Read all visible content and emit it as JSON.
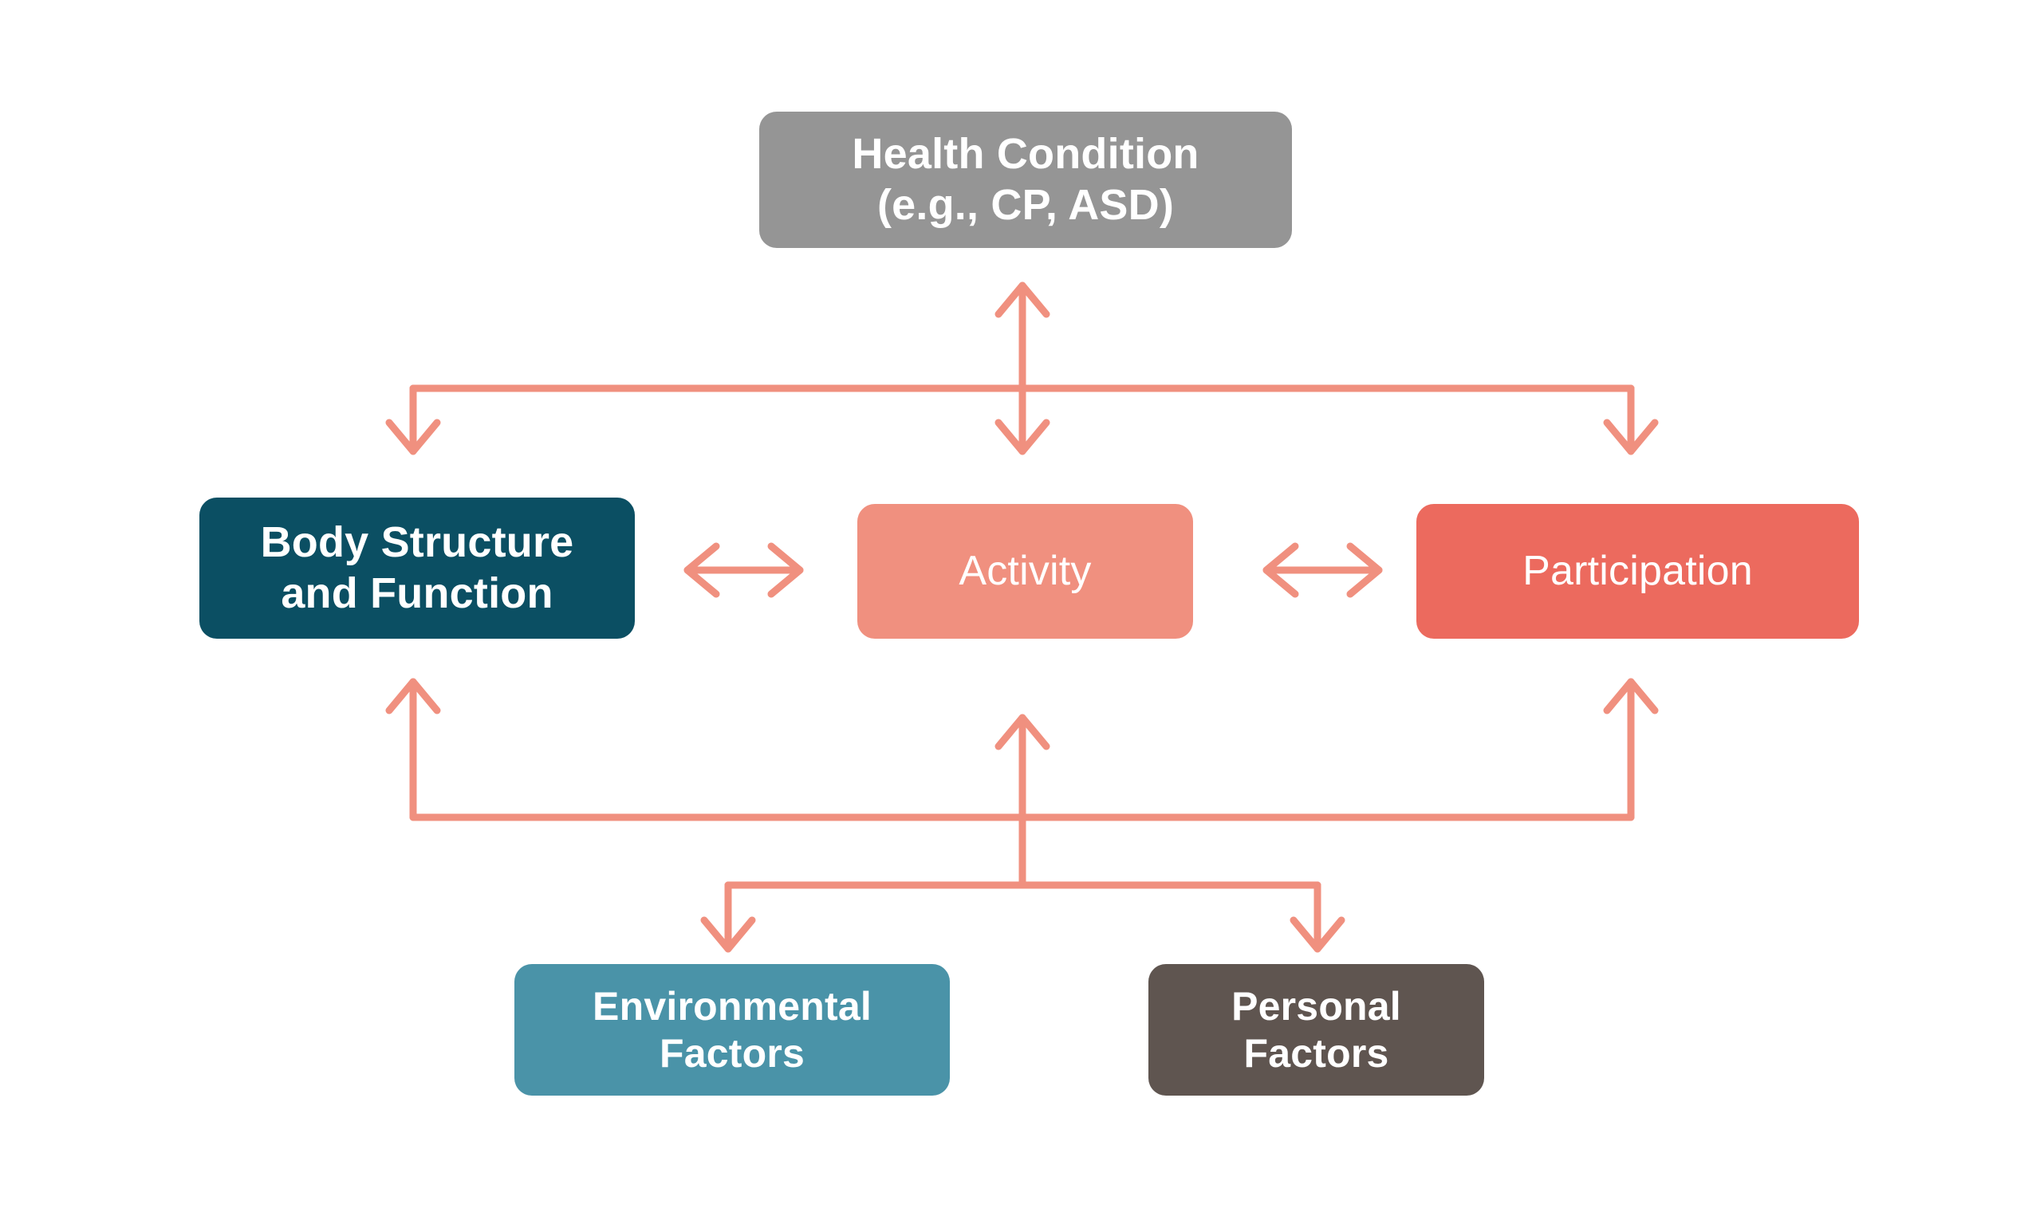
{
  "diagram": {
    "title_text": "",
    "background_color": "#ffffff",
    "connector_color": "#f0907f",
    "nodes": {
      "health_condition": {
        "label": "Health Condition\n(e.g., CP, ASD)",
        "color": "#959595"
      },
      "body_structure": {
        "label": "Body Structure\nand Function",
        "color": "#0b4f63"
      },
      "activity": {
        "label": "Activity",
        "color": "#f0907f"
      },
      "participation": {
        "label": "Participation",
        "color": "#ec6a5e"
      },
      "environmental_factors": {
        "label": "Environmental\nFactors",
        "color": "#4a93a8"
      },
      "personal_factors": {
        "label": "Personal\nFactors",
        "color": "#5f5550"
      }
    },
    "connectors": [
      {
        "name": "health-condition-to-components-bus",
        "description": "Bidirectional vertical link from Health Condition down to a horizontal distribution bar, branching to Body Structure and Function, Activity and Participation"
      },
      {
        "name": "body-structure-to-activity-arrow",
        "description": "Double-headed horizontal arrow between Body Structure and Function and Activity"
      },
      {
        "name": "activity-to-participation-arrow",
        "description": "Double-headed horizontal arrow between Activity and Participation"
      },
      {
        "name": "contextual-factors-bus",
        "description": "Horizontal bar feeding up into Body Structure and Function, Activity and Participation, fed from Environmental Factors and Personal Factors below"
      }
    ]
  }
}
